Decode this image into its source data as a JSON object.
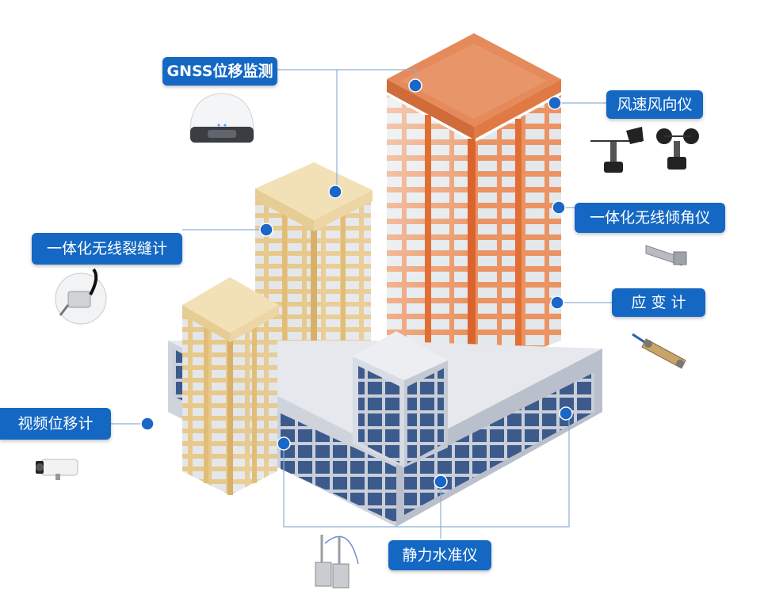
{
  "labels": {
    "gnss": "GNSS位移监测",
    "wind": "风速风向仪",
    "tilt": "一体化无线倾角仪",
    "crack": "一体化无线裂缝计",
    "strain": "应 变 计",
    "video": "视频位移计",
    "level": "静力水准仪"
  },
  "colors": {
    "label_bg": "#1468c4",
    "dot": "#1a66c9",
    "leader": "#8fb1d6",
    "tower_orange": "#e87b45",
    "tower_beige": "#efd9a8",
    "base_gray": "#d5d9e2",
    "window_blue": "#3d5a8c"
  },
  "icons": [
    "gnss-receiver-icon",
    "wind-vane-icon",
    "anemometer-icon",
    "tilt-sensor-icon",
    "crack-meter-icon",
    "strain-gauge-icon",
    "camera-icon",
    "hydrostatic-level-icon"
  ]
}
